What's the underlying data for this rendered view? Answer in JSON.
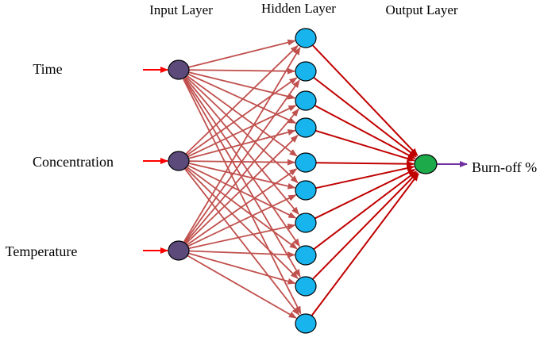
{
  "layers": {
    "input_title": "Input Layer",
    "hidden_title": "Hidden Layer",
    "output_title": "Output Layer"
  },
  "inputs": [
    {
      "label": "Time"
    },
    {
      "label": "Concentration"
    },
    {
      "label": "Temperature"
    }
  ],
  "hidden_node_count": 10,
  "output": {
    "label": "Burn-off %"
  },
  "colors": {
    "input_node": "#5b4a7a",
    "hidden_node": "#18b4ee",
    "output_node": "#1daa4a",
    "input_to_hidden_edge": "#c0504d",
    "hidden_to_output_edge": "#c00000",
    "input_arrow": "#ff0000",
    "output_arrow": "#7030a0"
  }
}
